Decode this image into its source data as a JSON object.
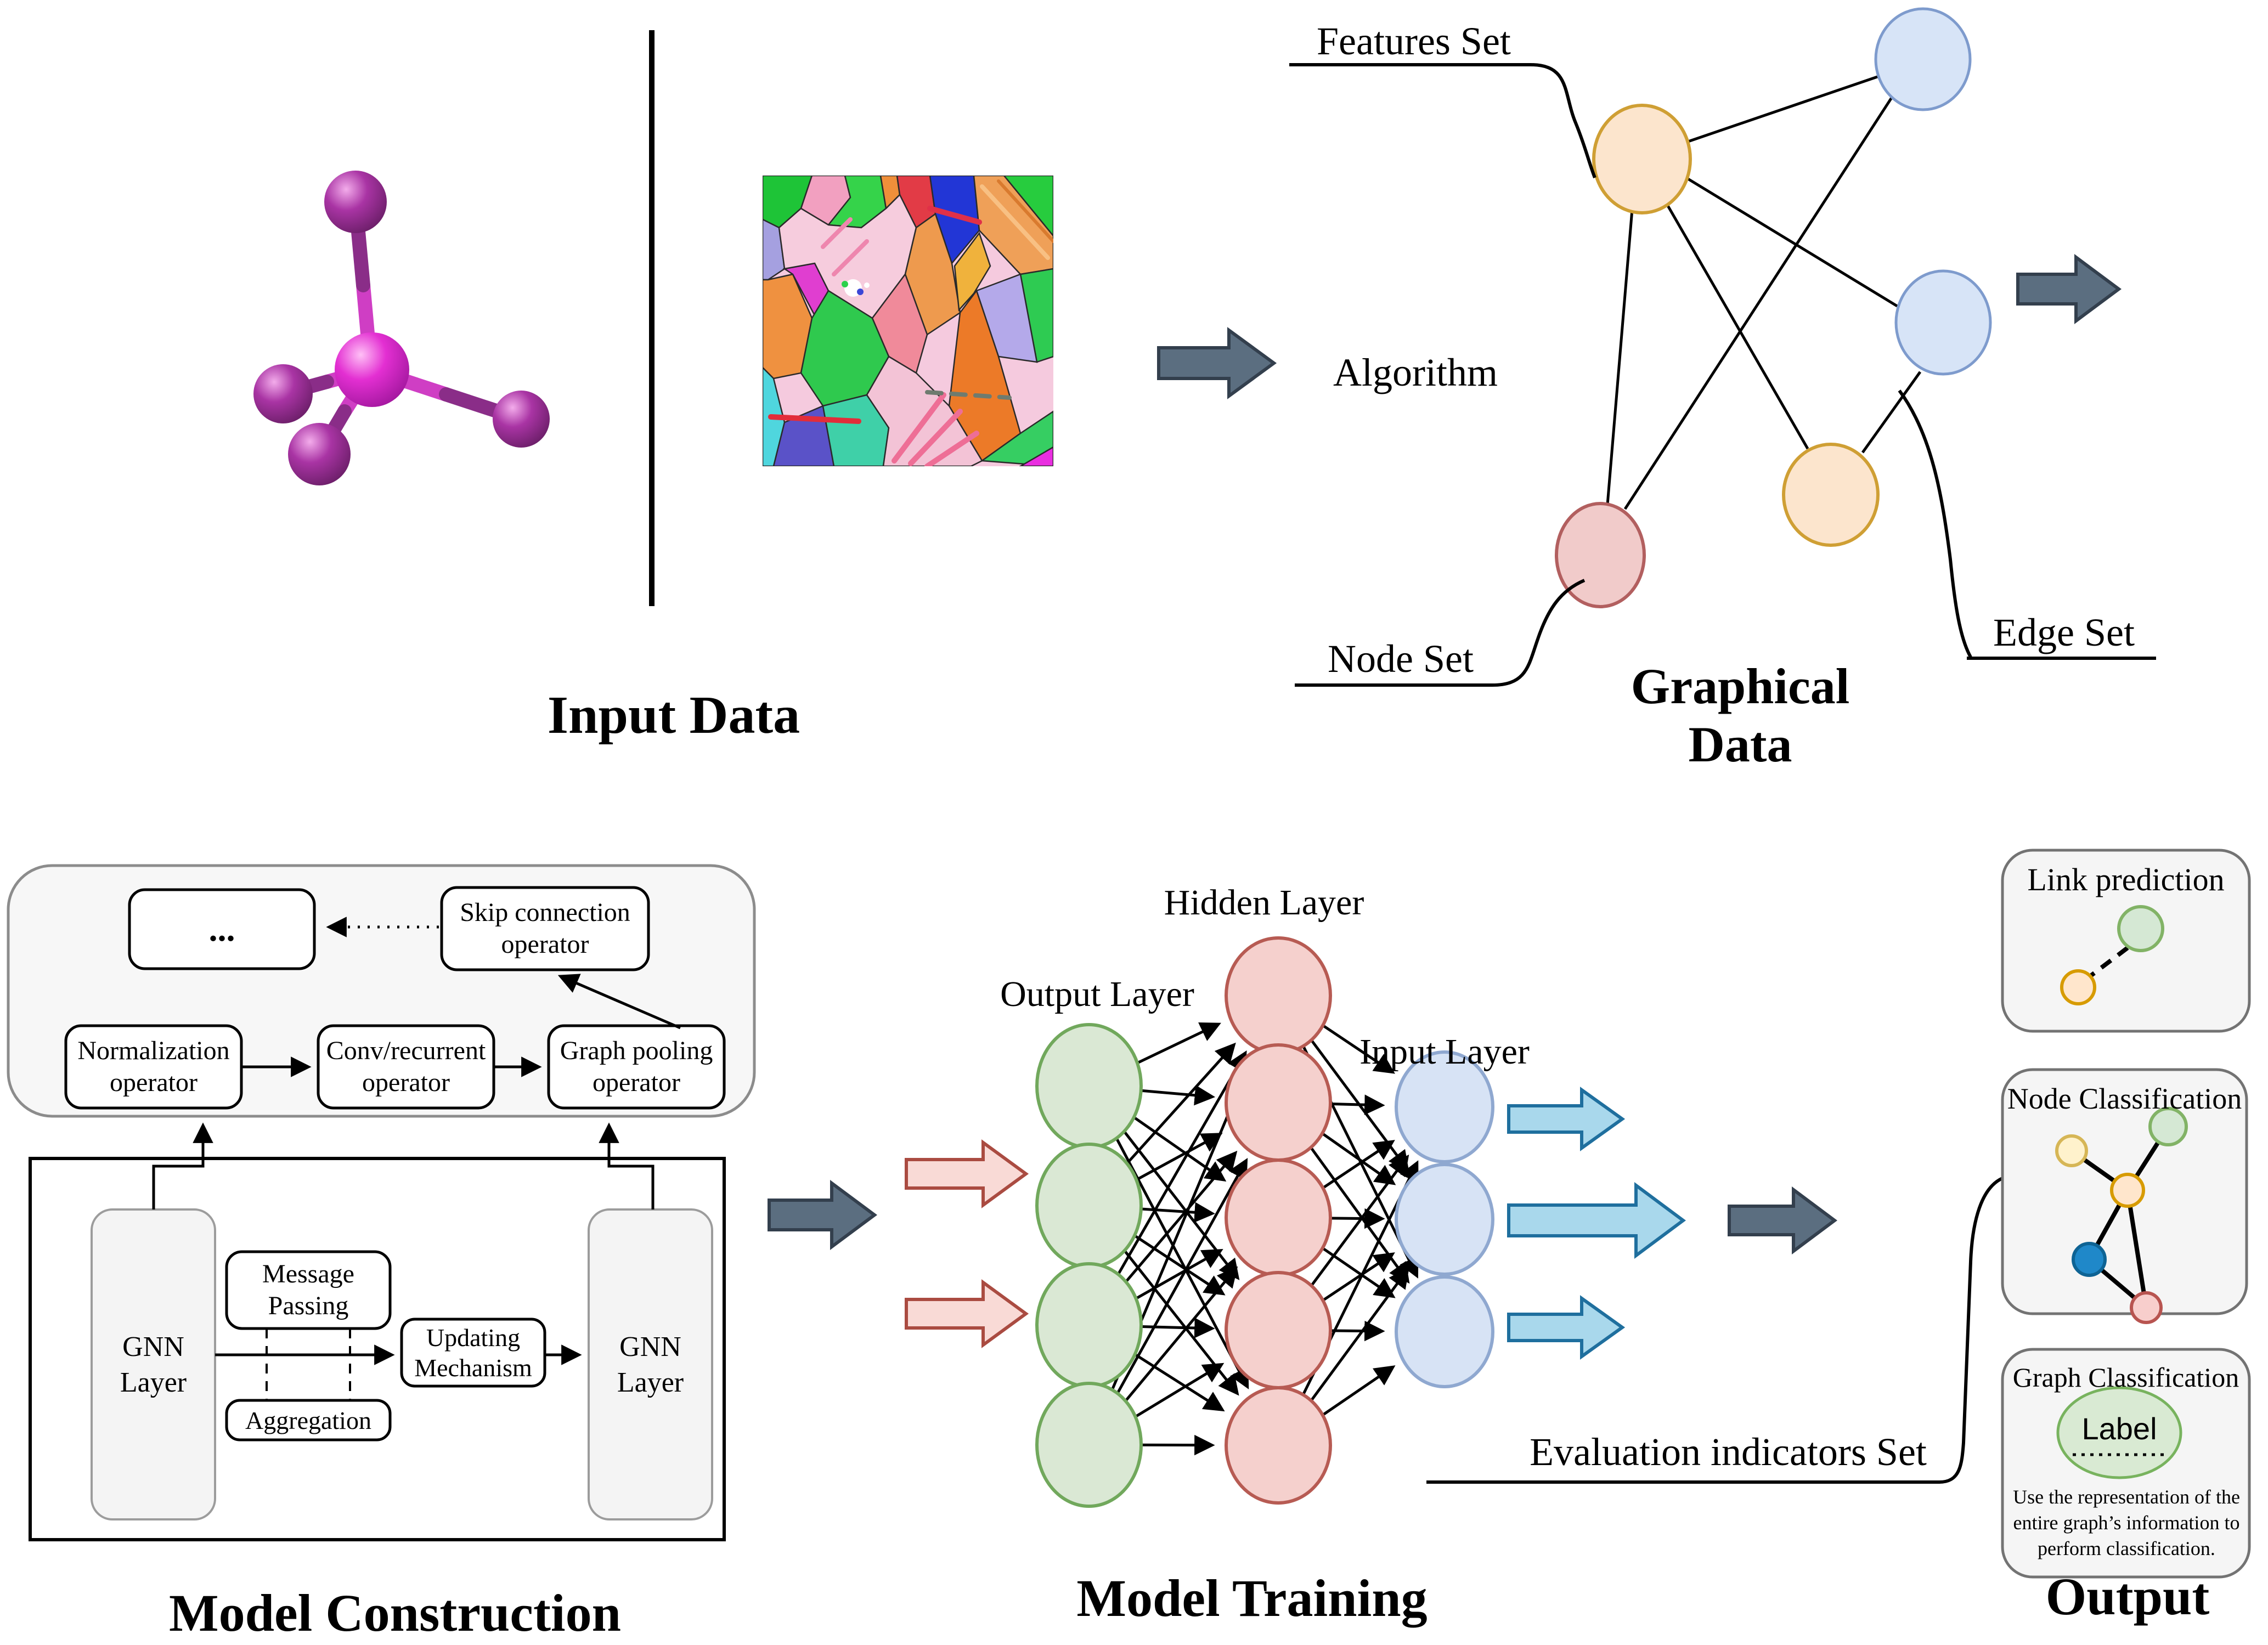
{
  "sections": {
    "input_data": {
      "title": "Input Data"
    },
    "graphical_data": {
      "title": "Graphical Data",
      "labels": {
        "features_set": "Features Set",
        "algorithm": "Algorithm",
        "node_set": "Node Set",
        "edge_set": "Edge Set"
      }
    },
    "model_construction": {
      "title": "Model Construction",
      "operators": {
        "ellipsis": "...",
        "skip": "Skip connection\noperator",
        "normalization": "Normalization\noperator",
        "conv": "Conv/recurrent\noperator",
        "pooling": "Graph pooling\noperator"
      },
      "blocks": {
        "gnn_left": "GNN\nLayer",
        "gnn_right": "GNN\nLayer",
        "message_passing": "Message\nPassing",
        "aggregation": "Aggregation",
        "updating": "Updating\nMechanism"
      }
    },
    "model_training": {
      "title": "Model Training",
      "labels": {
        "output_layer": "Output Layer",
        "hidden_layer": "Hidden Layer",
        "input_layer": "Input Layer"
      },
      "evaluation": "Evaluation indicators Set"
    },
    "output": {
      "title": "Output",
      "panels": {
        "link_prediction": {
          "title": "Link prediction"
        },
        "node_classification": {
          "title": "Node Classification"
        },
        "graph_classification": {
          "title": "Graph Classification",
          "label": "Label",
          "description": "Use the representation of the entire graph’s information to perform classification."
        }
      }
    }
  },
  "colors": {
    "slate_arrow": "#5b6e80",
    "slate_arrow_stroke": "#333f4d",
    "pink_arrow": "#f9dad6",
    "pink_arrow_stroke": "#aa4b41",
    "light_blue_arrow": "#a9d8ec",
    "light_blue_arrow_stroke": "#1f6f9e",
    "graph_node_orange": "#fce5cd",
    "graph_node_orange_stroke": "#cf9f34",
    "graph_node_blue": "#d7e4f7",
    "graph_node_blue_stroke": "#7e9bcd",
    "graph_node_red": "#f1cbca",
    "graph_node_red_stroke": "#b25f5f",
    "nn_green": "#dae8d4",
    "nn_green_stroke": "#71a85c",
    "nn_red": "#f5d0cd",
    "nn_red_stroke": "#b75b53",
    "nn_blue": "#d7e3f5",
    "nn_blue_stroke": "#8fa8d0",
    "panel_fill": "#f5f5f5",
    "panel_stroke": "#737373",
    "molecule_center": "#e32fd2",
    "molecule_outer": "#8a2d88",
    "label_ellipse_fill": "#d9ead3",
    "label_ellipse_stroke": "#78b35e"
  }
}
